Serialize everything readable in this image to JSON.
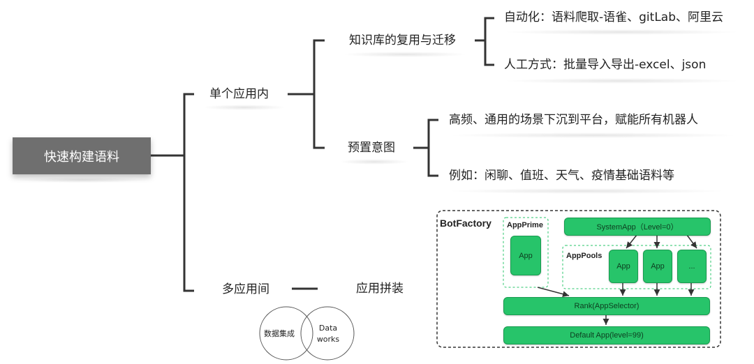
{
  "root": {
    "label": "快速构建语料"
  },
  "branches": {
    "single_app": {
      "label": "单个应用内",
      "children": {
        "reuse": {
          "label": "知识库的复用与迁移",
          "items": [
            "自动化：语料爬取-语雀、gitLab、阿里云",
            "人工方式：批量导入导出-excel、json"
          ]
        },
        "preset": {
          "label": "预置意图",
          "items": [
            "高频、通用的场景下沉到平台，赋能所有机器人",
            "例如：闲聊、值班、天气、疫情基础语料等"
          ]
        }
      }
    },
    "multi_app": {
      "label": "多应用间",
      "child_label": "应用拼装",
      "venn": [
        "数据集成",
        "Data\nworks"
      ]
    }
  },
  "botfactory": {
    "title": "BotFactory",
    "app_prime": {
      "title": "AppPrime",
      "app": "App"
    },
    "system_app": "SystemApp（Level=0）",
    "app_pools": {
      "title": "AppPools",
      "apps": [
        "App",
        "App",
        "..."
      ]
    },
    "rank": "Rank(AppSelector)",
    "default_app": "Default App(level=99)"
  },
  "colors": {
    "node_green": "#27c46a",
    "root_bg": "#6f6f6f",
    "line": "#333333"
  }
}
